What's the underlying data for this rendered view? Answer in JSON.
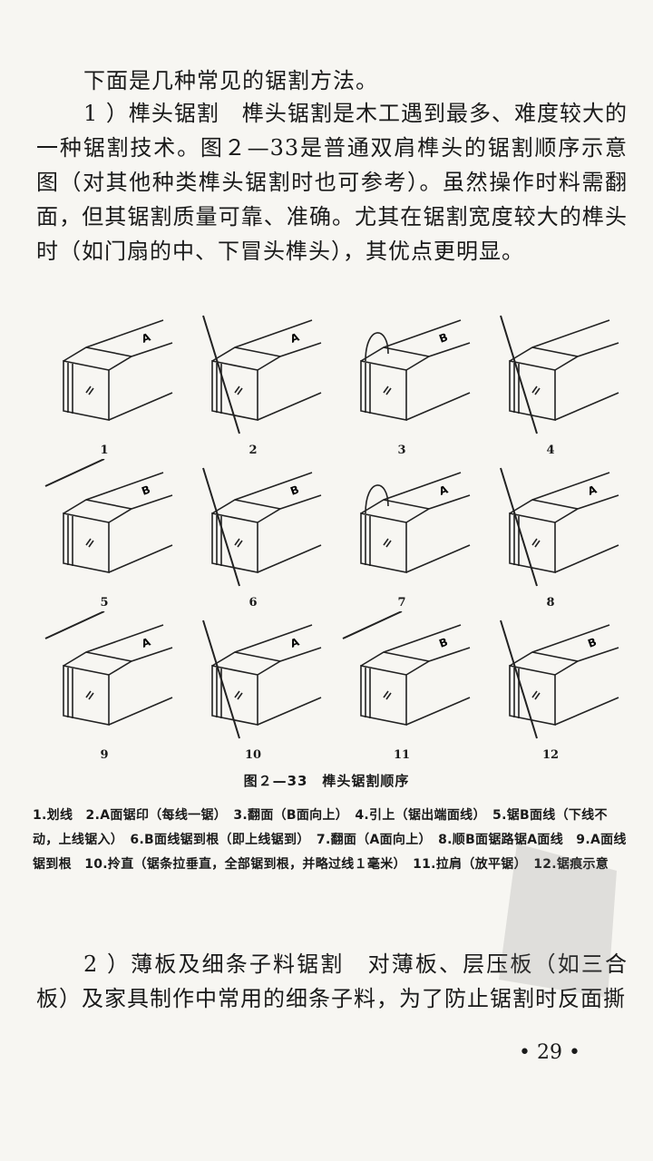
{
  "intro": "下面是几种常见的锯割方法。",
  "section1": "1 ）榫头锯割　榫头锯割是木工遇到最多、难度较大的一种锯割技术。图２—33是普通双肩榫头的锯割顺序示意图（对其他种类榫头锯割时也可参考）。虽然操作时料需翻面，但其锯割质量可靠、准确。尤其在锯割宽度较大的榫头时（如门扇的中、下冒头榫头），其优点更明显。",
  "figures": [
    {
      "num": "1",
      "face": "A"
    },
    {
      "num": "2",
      "face": "A"
    },
    {
      "num": "3",
      "face": "B"
    },
    {
      "num": "4",
      "face": ""
    },
    {
      "num": "5",
      "face": "B"
    },
    {
      "num": "6",
      "face": "B"
    },
    {
      "num": "7",
      "face": "A"
    },
    {
      "num": "8",
      "face": "A"
    },
    {
      "num": "9",
      "face": "A"
    },
    {
      "num": "10",
      "face": "A"
    },
    {
      "num": "11",
      "face": "B"
    },
    {
      "num": "12",
      "face": "B"
    }
  ],
  "caption": "图２—33　榫头锯割顺序",
  "legend": "1.划线　2.A面锯印（每线一锯）　3.翻面（B面向上）　4.引上（锯出端面线）　5.锯B面线（下线不动，上线锯入）　6.B面线锯到根（即上线锯到）　7.翻面（A面向上）　8.顺B面锯路锯A面线　9.A面线锯到根　10.拎直（锯条拉垂直，全部锯到根，并略过线１毫米）　11.拉肩（放平锯）　12.锯痕示意",
  "section2": "2 ）薄板及细条子料锯割　对薄板、层压板（如三合板）及家具制作中常用的细条子料，为了防止锯割时反面撕",
  "page_number": "• 29 •"
}
